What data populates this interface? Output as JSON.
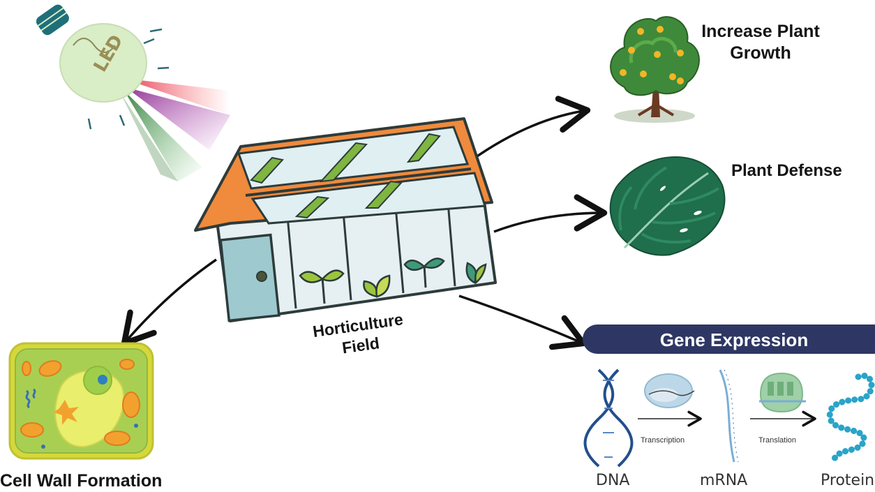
{
  "center": {
    "label": "Horticulture Field"
  },
  "outcomes": {
    "growth": "Increase Plant Growth",
    "defense": "Plant Defense",
    "cell_wall": "Cell Wall Formation"
  },
  "gene_expression": {
    "title": "Gene Expression",
    "steps": {
      "transcription": "Transcription",
      "translation": "Translation"
    },
    "molecules": {
      "dna": "DNA",
      "mrna": "mRNA",
      "protein": "Protein"
    }
  },
  "bulb": {
    "text": "LED"
  }
}
